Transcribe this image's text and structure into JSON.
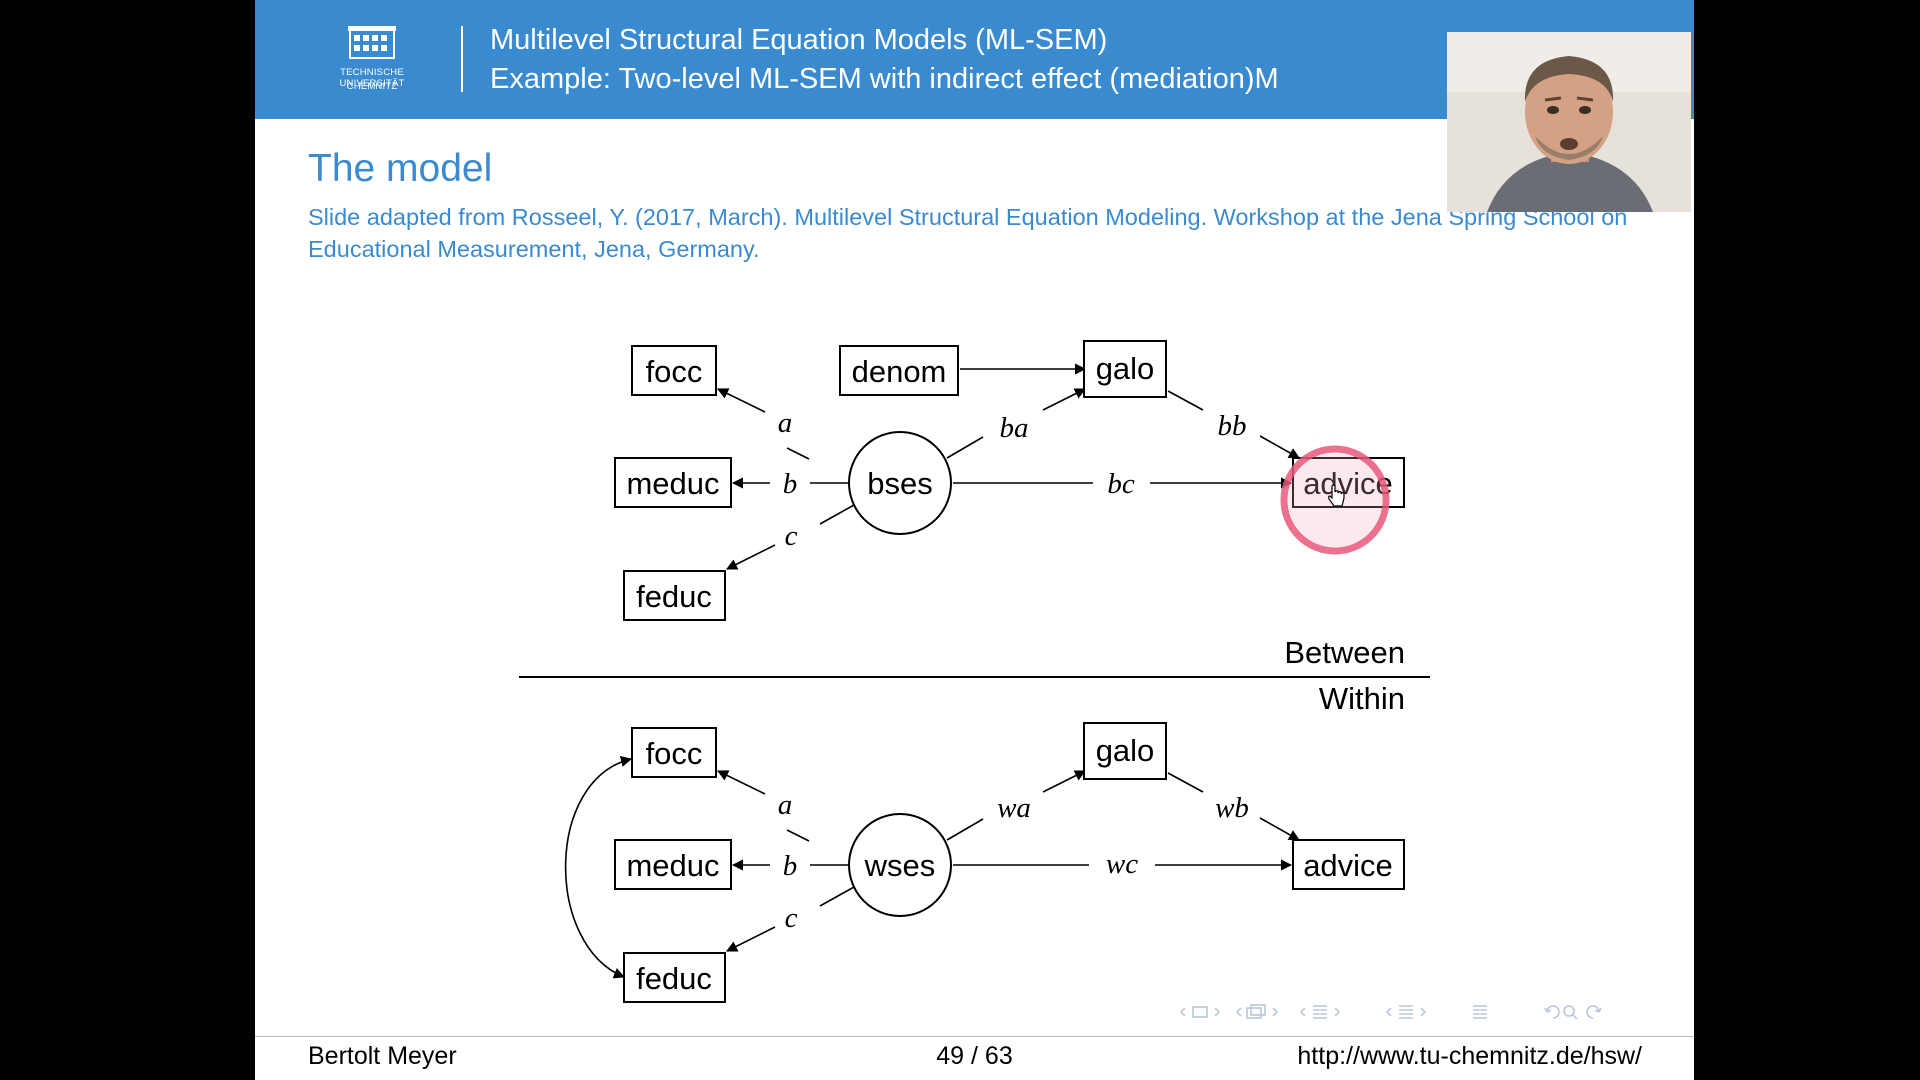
{
  "header": {
    "logo_line1": "TECHNISCHE UNIVERSITÄT",
    "logo_line2": "CHEMNITZ",
    "title": "Multilevel Structural Equation Models (ML-SEM)",
    "subtitle": "Example: Two-level ML-SEM with indirect effect (mediation)M"
  },
  "slide": {
    "title": "The model",
    "citation": "Slide adapted from Rosseel, Y. (2017, March). Multilevel Structural Equation Modeling. Workshop at the Jena Spring School on Educational Measurement, Jena, Germany."
  },
  "diagram": {
    "between": {
      "latent": "bses",
      "indicators": [
        "focc",
        "meduc",
        "feduc"
      ],
      "indicator_labels": [
        "a",
        "b",
        "c"
      ],
      "covariate": "denom",
      "mediator": "galo",
      "outcome": "advice",
      "path_labels": {
        "ba": "ba",
        "bb": "bb",
        "bc": "bc"
      }
    },
    "within": {
      "latent": "wses",
      "indicators": [
        "focc",
        "meduc",
        "feduc"
      ],
      "indicator_labels": [
        "a",
        "b",
        "c"
      ],
      "mediator": "galo",
      "outcome": "advice",
      "path_labels": {
        "wa": "wa",
        "wb": "wb",
        "wc": "wc"
      }
    },
    "level_labels": {
      "between": "Between",
      "within": "Within"
    }
  },
  "footer": {
    "author": "Bertolt Meyer",
    "page": "49 / 63",
    "url": "http://www.tu-chemnitz.de/hsw/"
  },
  "colors": {
    "header_bg": "#3a8ad0",
    "title_text": "#3a8ad0",
    "cursor_highlight": "#e8587a"
  },
  "icons": [
    "university-building-icon",
    "pointer-hand-icon",
    "beamer-navigation-icons"
  ]
}
